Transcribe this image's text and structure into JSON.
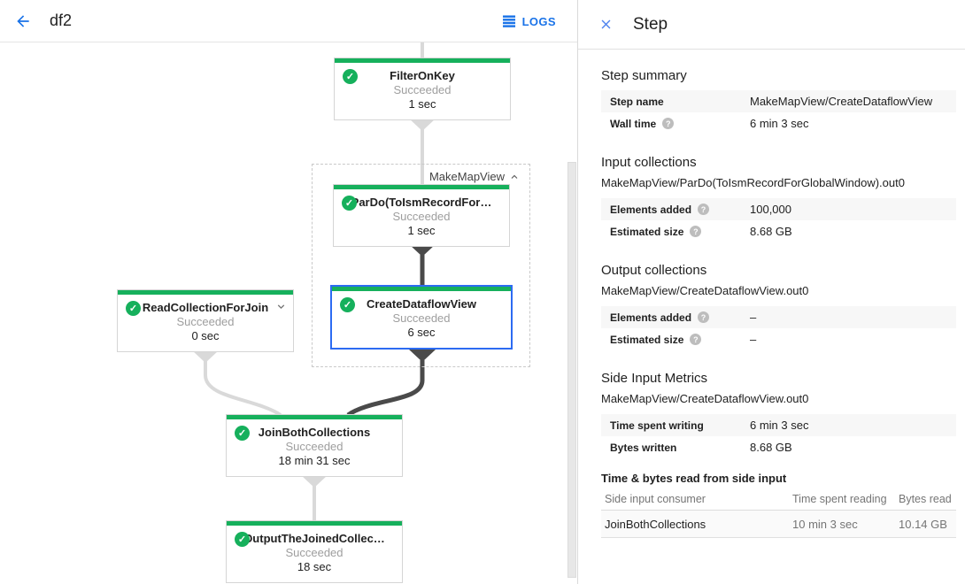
{
  "header": {
    "title": "df2",
    "logs_label": "LOGS"
  },
  "panel": {
    "title": "Step",
    "sections": {
      "summary": {
        "heading": "Step summary",
        "rows": [
          {
            "label": "Step name",
            "value": "MakeMapView/CreateDataflowView"
          },
          {
            "label": "Wall time",
            "value": "6 min 3 sec"
          }
        ]
      },
      "input": {
        "heading": "Input collections",
        "collection": "MakeMapView/ParDo(ToIsmRecordForGlobalWindow).out0",
        "rows": [
          {
            "label": "Elements added",
            "value": "100,000"
          },
          {
            "label": "Estimated size",
            "value": "8.68 GB"
          }
        ]
      },
      "output": {
        "heading": "Output collections",
        "collection": "MakeMapView/CreateDataflowView.out0",
        "rows": [
          {
            "label": "Elements added",
            "value": "–"
          },
          {
            "label": "Estimated size",
            "value": "–"
          }
        ]
      },
      "side": {
        "heading": "Side Input Metrics",
        "collection": "MakeMapView/CreateDataflowView.out0",
        "rows": [
          {
            "label": "Time spent writing",
            "value": "6 min 3 sec"
          },
          {
            "label": "Bytes written",
            "value": "8.68 GB"
          }
        ]
      },
      "side_table": {
        "heading": "Time & bytes read from side input",
        "columns": [
          "Side input consumer",
          "Time spent reading",
          "Bytes read"
        ],
        "rows": [
          {
            "consumer": "JoinBothCollections",
            "time_reading": "10 min 3 sec",
            "bytes_read": "10.14 GB"
          }
        ]
      }
    }
  },
  "graph": {
    "group_label": "MakeMapView",
    "nodes": [
      {
        "title": "FilterOnKey",
        "status": "Succeeded",
        "time": "1 sec"
      },
      {
        "title": "ParDo(ToIsmRecordFor…",
        "status": "Succeeded",
        "time": "1 sec"
      },
      {
        "title": "CreateDataflowView",
        "status": "Succeeded",
        "time": "6 sec"
      },
      {
        "title": "ReadCollectionForJoin",
        "status": "Succeeded",
        "time": "0 sec"
      },
      {
        "title": "JoinBothCollections",
        "status": "Succeeded",
        "time": "18 min 31 sec"
      },
      {
        "title": "OutputTheJoinedCollec…",
        "status": "Succeeded",
        "time": "18 sec"
      }
    ]
  },
  "icons": {
    "check": "✓",
    "help": "?"
  },
  "colors": {
    "success_green": "#16b05c",
    "selected_blue": "#2c6bf2",
    "accent_blue": "#1a73e8",
    "close_blue": "#4d82ee",
    "edge_light": "#d9d9d9",
    "edge_dark": "#4a4a4a"
  }
}
